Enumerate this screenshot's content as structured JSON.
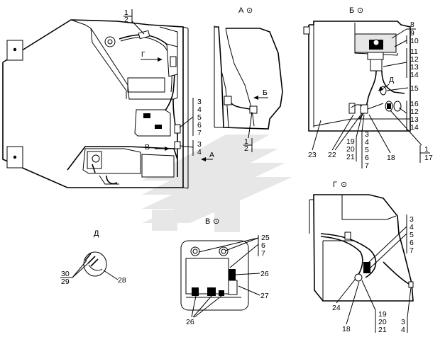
{
  "views": {
    "a": {
      "label": "А"
    },
    "b": {
      "label": "Б"
    },
    "v": {
      "label": "В"
    },
    "g": {
      "label": "Г"
    },
    "d": {
      "label": "Д"
    }
  },
  "view_symbol": "⊙",
  "main_labels": {
    "c12": {
      "top": "1",
      "bottom": "2"
    },
    "c34567": [
      "3",
      "4",
      "5",
      "6",
      "7"
    ],
    "c34": [
      "3",
      "4"
    ],
    "arrow_g": "Г",
    "arrow_v": "В",
    "arrow_a": "А"
  },
  "view_a_labels": {
    "arrow_b": "Б",
    "c12": {
      "top": "1",
      "bottom": "2"
    }
  },
  "view_b_labels": {
    "right": [
      "8",
      "9",
      "10",
      "11",
      "12",
      "13",
      "14",
      "15",
      "16",
      "12",
      "13",
      "14"
    ],
    "sub_d": "Д",
    "bottom": [
      "23",
      "22",
      "18",
      "1",
      "17"
    ],
    "c19": [
      "19",
      "20",
      "21"
    ],
    "c34567": [
      "3",
      "4",
      "5",
      "6",
      "7"
    ]
  },
  "view_v_labels": {
    "c2567": [
      "25",
      "6",
      "7"
    ],
    "n26a": "26",
    "n27": "27",
    "n26b": "26"
  },
  "view_g_labels": {
    "c34567": [
      "3",
      "4",
      "5",
      "6",
      "7"
    ],
    "bottom": [
      "24",
      "18"
    ],
    "c19": [
      "19",
      "20",
      "21"
    ],
    "c34": [
      "3",
      "4"
    ]
  },
  "view_d_labels": {
    "c3029": [
      "30",
      "29"
    ],
    "n28": "28"
  },
  "colors": {
    "line": "#000000",
    "watermark": "#d9d9d9"
  },
  "watermark_icon": "logo-watermark-icon"
}
